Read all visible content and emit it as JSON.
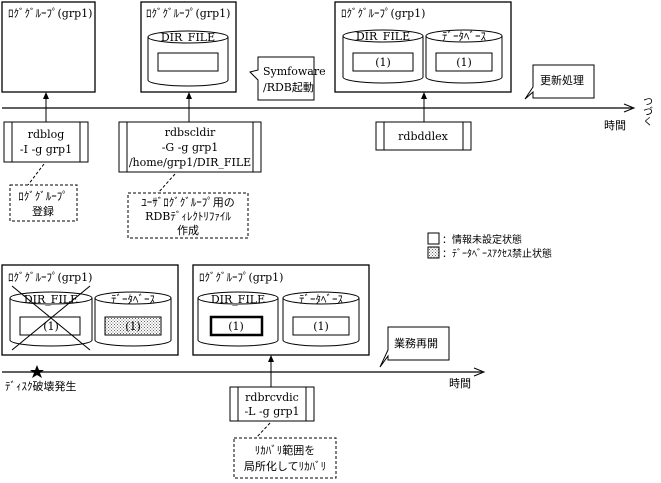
{
  "top": {
    "group1_label": "ﾛｸﾞｸﾞﾙｰﾌﾟ(grp1)",
    "group2_label": "ﾛｸﾞｸﾞﾙｰﾌﾟ(grp1)",
    "group2_dir": "DIR_FILE",
    "group3_label": "ﾛｸﾞｸﾞﾙｰﾌﾟ(grp1)",
    "group3_dir": "DIR_FILE",
    "group3_dir_value": "(1)",
    "group3_db": "ﾃﾞｰﾀﾍﾞｰｽ",
    "group3_db_value": "(1)",
    "callout_symfoware_line1": "Symfoware",
    "callout_symfoware_line2": "/RDB起動",
    "callout_update": "更新処理",
    "continues": "つづく",
    "time_label": "時間",
    "cmd_rdblog_line1": "rdblog",
    "cmd_rdblog_line2": "-I -g grp1",
    "cmd_rdbscldir_line1": "rdbscldir",
    "cmd_rdbscldir_line2": "-G -g grp1",
    "cmd_rdbscldir_line3": "/home/grp1/DIR_FILE",
    "cmd_rdbddlex": "rdbddlex",
    "note_register_line1": "ﾛｸﾞｸﾞﾙｰﾌﾟ",
    "note_register_line2": "登録",
    "note_create_line1": "ﾕｰｻﾞﾛｸﾞｸﾞﾙｰﾌﾟ用の",
    "note_create_line2": "RDBﾃﾞｨﾚｸﾄﾘﾌｧｲﾙ",
    "note_create_line3": "作成"
  },
  "legend": {
    "unset": "：情報未設定状態",
    "prohibited": "：ﾃﾞｰﾀﾍﾞｰｽｱｸｾｽ禁止状態"
  },
  "bottom": {
    "group1_label": "ﾛｸﾞｸﾞﾙｰﾌﾟ(grp1)",
    "group1_dir": "DIR_FILE",
    "group1_dir_value": "(1)",
    "group1_db": "ﾃﾞｰﾀﾍﾞｰｽ",
    "group1_db_value": "(1)",
    "group2_label": "ﾛｸﾞｸﾞﾙｰﾌﾟ(grp1)",
    "group2_dir": "DIR_FILE",
    "group2_dir_value": "(1)",
    "group2_db": "ﾃﾞｰﾀﾍﾞｰｽ",
    "group2_db_value": "(1)",
    "callout_resume": "業務再開",
    "failure_label": "ﾃﾞｨｽｸ破壊発生",
    "time_label": "時間",
    "cmd_rdbrcvdic_line1": "rdbrcvdic",
    "cmd_rdbrcvdic_line2": "-L -g grp1",
    "note_recovery_line1": "ﾘｶﾊﾞﾘ範囲を",
    "note_recovery_line2": "局所化してﾘｶﾊﾞﾘ"
  }
}
